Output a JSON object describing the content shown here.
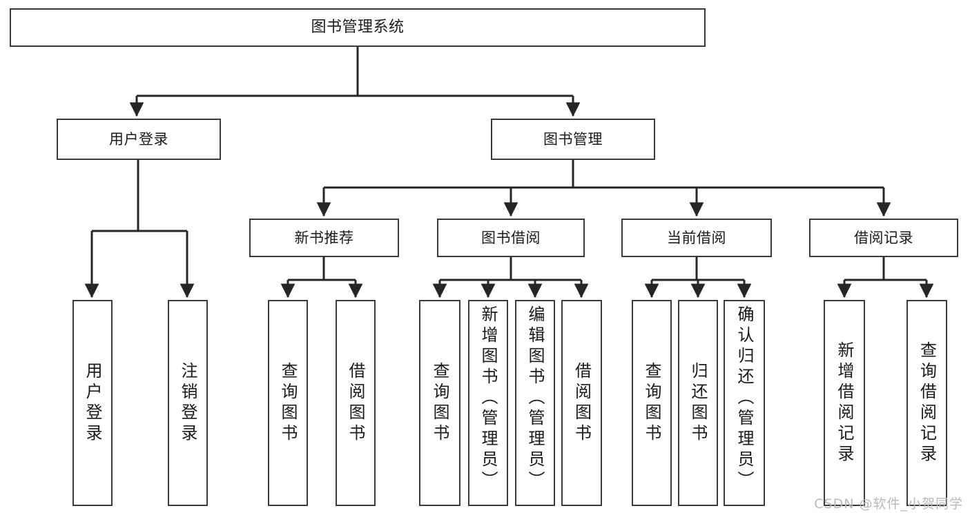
{
  "diagram": {
    "title": "图书管理系统",
    "type": "功能结构图",
    "watermark": "CSDN @软件_小贺同学",
    "colors": {
      "box_border": "#3b3b3b",
      "box_fill": "#ffffff",
      "connector": "#262626",
      "text": "#1a1a1a",
      "watermark": "#b9b9b9",
      "background": "#ffffff"
    },
    "nodes": {
      "root": {
        "label": "图书管理系统"
      },
      "level2": [
        {
          "id": "user-login",
          "label": "用户登录"
        },
        {
          "id": "book-manage",
          "label": "图书管理"
        }
      ],
      "level3": [
        {
          "id": "new-book-recommend",
          "label": "新书推荐"
        },
        {
          "id": "book-borrow",
          "label": "图书借阅"
        },
        {
          "id": "current-borrow",
          "label": "当前借阅"
        },
        {
          "id": "borrow-record",
          "label": "借阅记录"
        }
      ],
      "leaves": {
        "user_login": [
          {
            "id": "leaf-user-login",
            "label": "用户登录"
          },
          {
            "id": "leaf-user-logout",
            "label": "注销登录"
          }
        ],
        "new_book_recommend": [
          {
            "id": "leaf-query-book-1",
            "label": "查询图书"
          },
          {
            "id": "leaf-borrow-book-1",
            "label": "借阅图书"
          }
        ],
        "book_borrow": [
          {
            "id": "leaf-query-book-2",
            "label": "查询图书"
          },
          {
            "id": "leaf-add-book",
            "label": "新增图书（管理员）"
          },
          {
            "id": "leaf-edit-book",
            "label": "编辑图书（管理员）"
          },
          {
            "id": "leaf-borrow-book-2",
            "label": "借阅图书"
          }
        ],
        "current_borrow": [
          {
            "id": "leaf-query-book-3",
            "label": "查询图书"
          },
          {
            "id": "leaf-return-book",
            "label": "归还图书"
          },
          {
            "id": "leaf-confirm-return",
            "label": "确认归还（管理员）"
          }
        ],
        "borrow_record": [
          {
            "id": "leaf-add-record",
            "label": "新增借阅记录"
          },
          {
            "id": "leaf-query-record",
            "label": "查询借阅记录"
          }
        ]
      }
    },
    "edges": [
      {
        "from": "图书管理系统",
        "to": "用户登录"
      },
      {
        "from": "图书管理系统",
        "to": "图书管理"
      },
      {
        "from": "用户登录",
        "to": "用户登录"
      },
      {
        "from": "用户登录",
        "to": "注销登录"
      },
      {
        "from": "图书管理",
        "to": "新书推荐"
      },
      {
        "from": "图书管理",
        "to": "图书借阅"
      },
      {
        "from": "图书管理",
        "to": "当前借阅"
      },
      {
        "from": "图书管理",
        "to": "借阅记录"
      },
      {
        "from": "新书推荐",
        "to": "查询图书"
      },
      {
        "from": "新书推荐",
        "to": "借阅图书"
      },
      {
        "from": "图书借阅",
        "to": "查询图书"
      },
      {
        "from": "图书借阅",
        "to": "新增图书（管理员）"
      },
      {
        "from": "图书借阅",
        "to": "编辑图书（管理员）"
      },
      {
        "from": "图书借阅",
        "to": "借阅图书"
      },
      {
        "from": "当前借阅",
        "to": "查询图书"
      },
      {
        "from": "当前借阅",
        "to": "归还图书"
      },
      {
        "from": "当前借阅",
        "to": "确认归还（管理员）"
      },
      {
        "from": "借阅记录",
        "to": "新增借阅记录"
      },
      {
        "from": "借阅记录",
        "to": "查询借阅记录"
      }
    ]
  }
}
